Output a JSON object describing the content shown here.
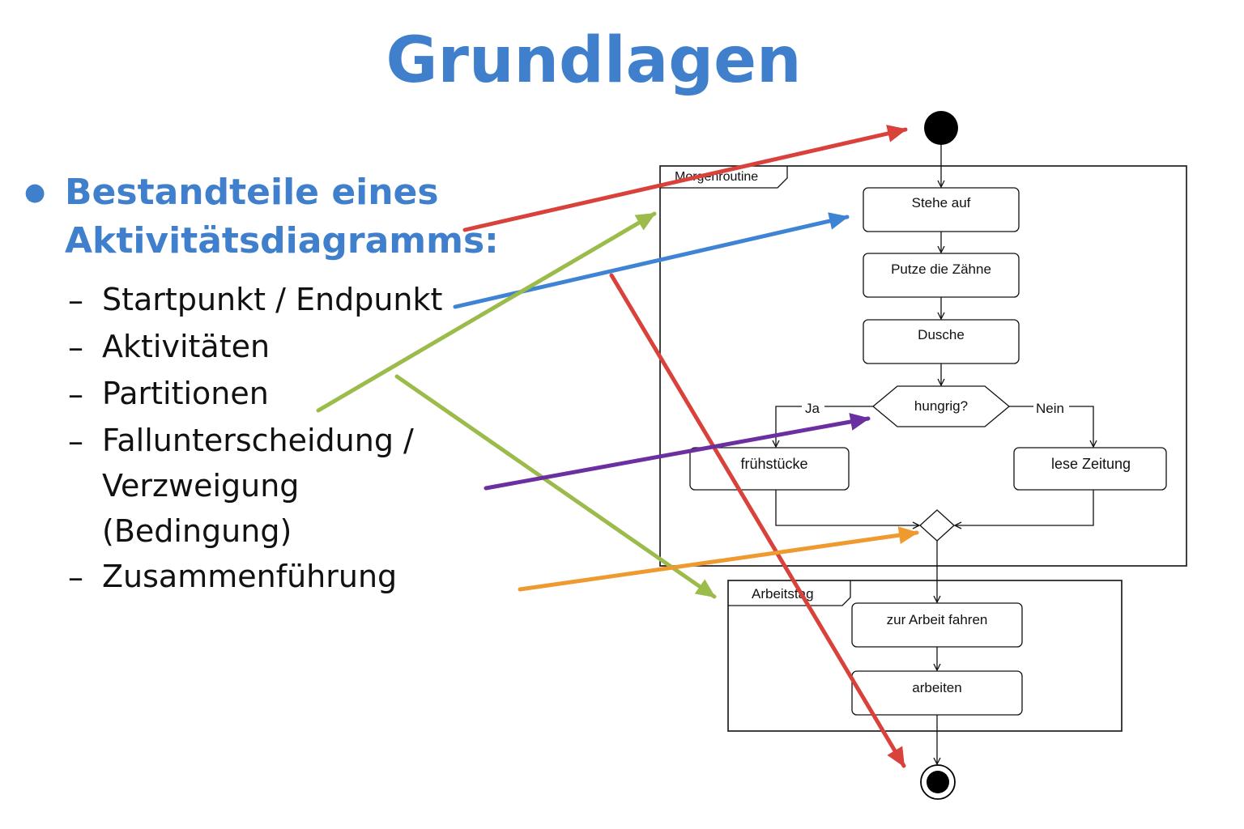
{
  "slide": {
    "title": "Grundlagen",
    "bullet": "Bestandteile eines Aktivitätsdiagramms:",
    "items": [
      "Startpunkt / Endpunkt",
      "Aktivitäten",
      "Partitionen",
      "Fallunterscheidung / Verzweigung (Bedingung)",
      "Zusammenführung"
    ]
  },
  "diagram": {
    "partition_1": "Morgenroutine",
    "partition_2": "Arbeitstag",
    "activities": {
      "stehe_auf": "Stehe auf",
      "putze": "Putze die Zähne",
      "dusche": "Dusche",
      "fruehstuecke": "frühstücke",
      "zeitung": "lese Zeitung",
      "fahren": "zur Arbeit fahren",
      "arbeiten": "arbeiten"
    },
    "decision": "hungrig?",
    "guard_yes": "Ja",
    "guard_no": "Nein"
  },
  "colors": {
    "title": "#3f7fcc",
    "arrow_red": "#d9413b",
    "arrow_blue": "#3f84d4",
    "arrow_green": "#9bbb4a",
    "arrow_purple": "#6a2fa0",
    "arrow_orange": "#ef9a2e"
  }
}
